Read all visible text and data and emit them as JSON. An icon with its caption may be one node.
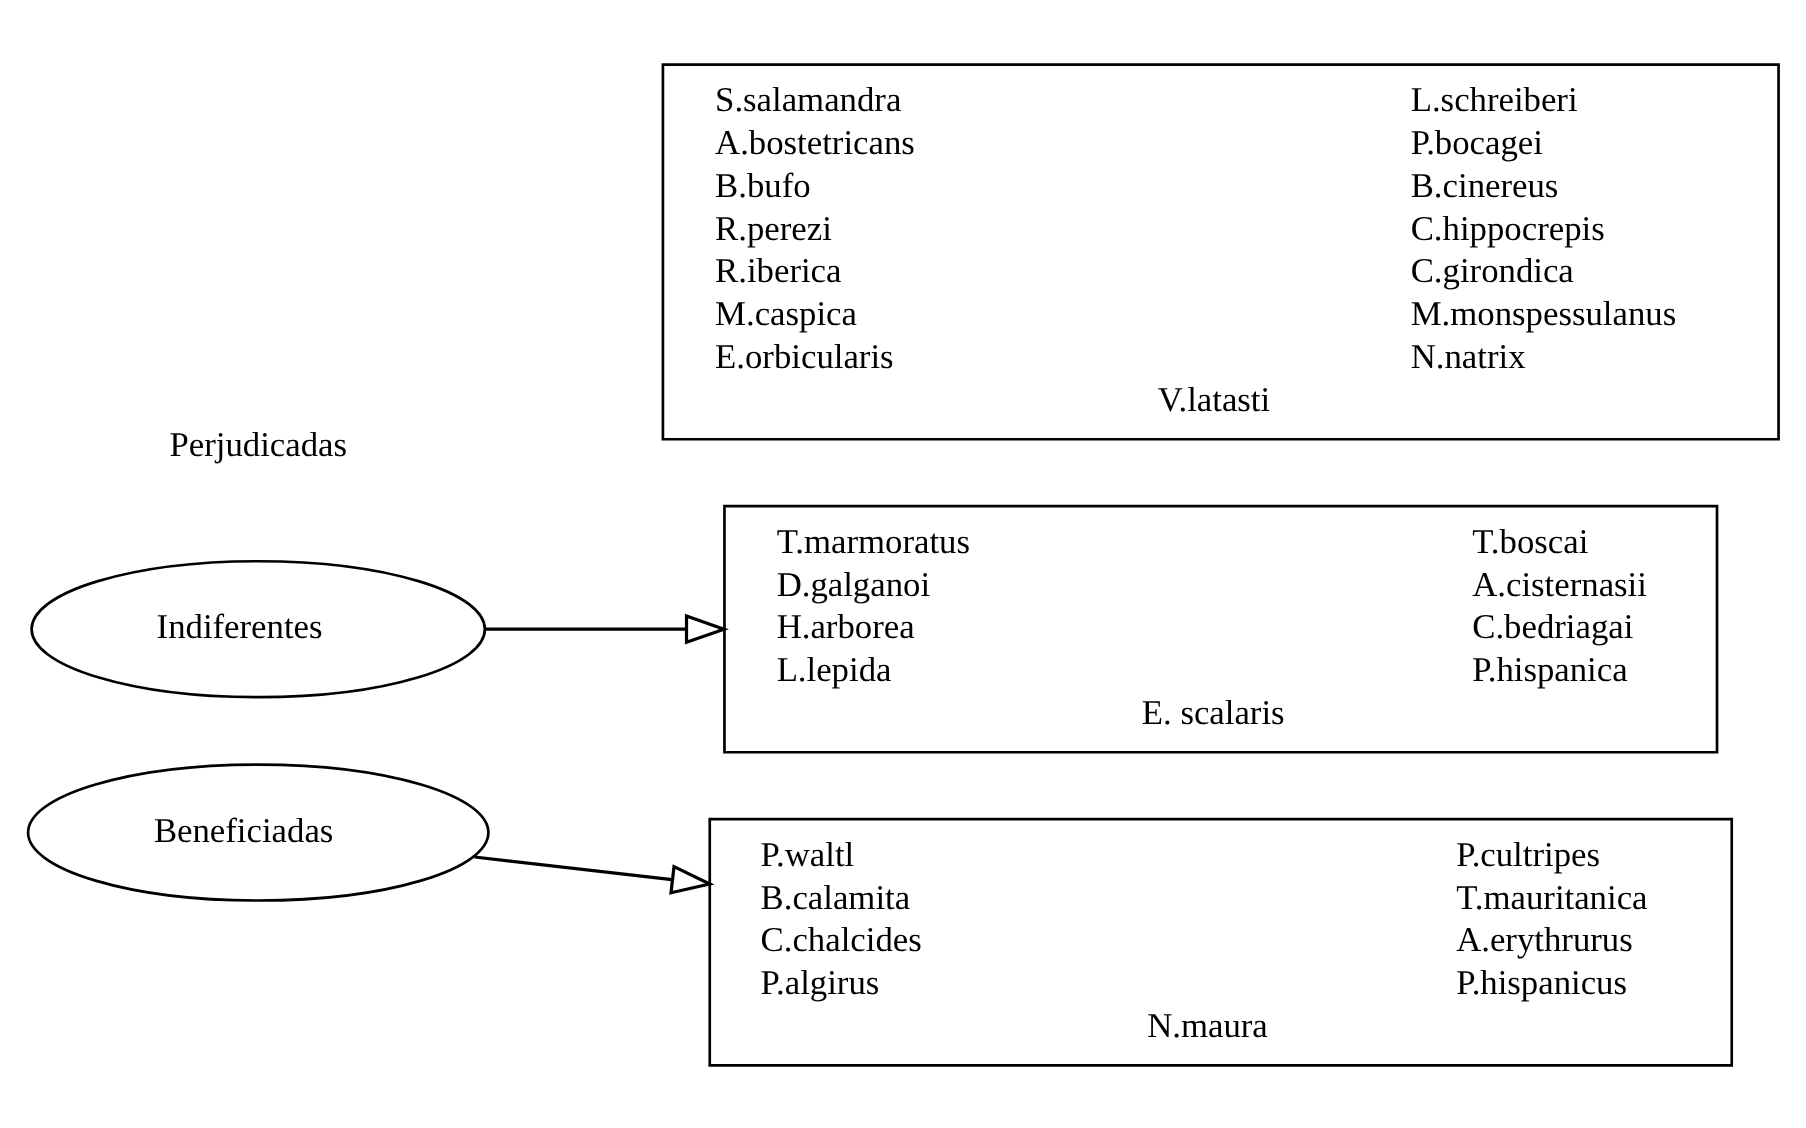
{
  "diagram": {
    "nodes": [
      {
        "text": [
          "S.salamandra",
          "A.bostetricans",
          "B.bufo",
          "R.perezi",
          "R.iberica",
          "M.caspica",
          "E.orbicularis",
          "L.schreiberi",
          "P.bocagei",
          "B.cinereus",
          "C.hippocrepis",
          "C.girondica",
          "M.monspessulanus",
          "N.natrix",
          "V.latasti"
        ]
      },
      {
        "text": [
          "Indiferentes"
        ]
      },
      {
        "text": [
          "T.marmoratus",
          "D.galganoi",
          "H.arborea",
          "L.lepida",
          "T.boscai",
          "A.cisternasii",
          "C.bedriagai",
          "P.hispanica",
          "E. scalaris"
        ]
      },
      {
        "text": [
          "Beneficiadas"
        ]
      },
      {
        "text": [
          "P.waltl",
          "B.calamita",
          "C.chalcides",
          "P.algirus",
          "P.cultripes",
          "T.mauritanica",
          "A.erythrurus",
          "P.hispanicus",
          "N.maura"
        ]
      }
    ],
    "edges": [
      {
        "from": 1,
        "to": 2,
        "arrow": "to"
      },
      {
        "from": 3,
        "to": 4,
        "arrow": "to"
      }
    ],
    "labels": [
      "Perjudicadas"
    ]
  }
}
